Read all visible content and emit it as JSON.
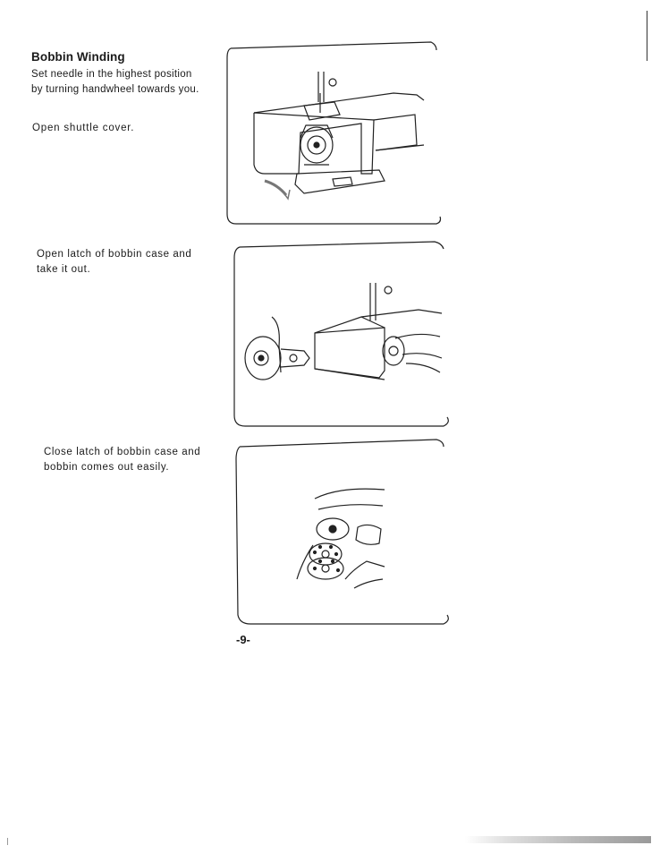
{
  "section": {
    "heading": "Bobbin Winding"
  },
  "steps": [
    {
      "text": "Set needle in the highest position by turning handwheel towards you."
    },
    {
      "text": "Open shuttle cover."
    },
    {
      "text": "Open latch of bobbin case and take it out."
    },
    {
      "text": "Close latch of bobbin case and bobbin comes out easily."
    }
  ],
  "page": {
    "number": "-9-"
  }
}
